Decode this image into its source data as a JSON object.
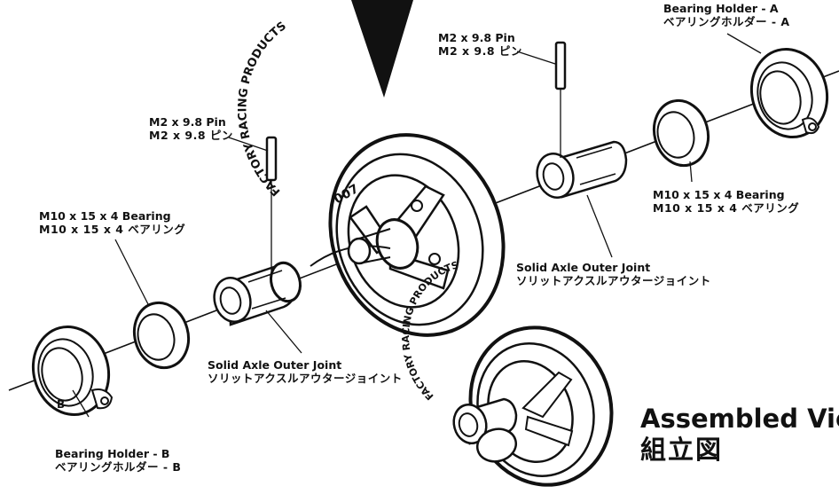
{
  "labels": {
    "bearing_holder_a": {
      "en": "Bearing Holder - A",
      "jp": "ベアリングホルダー - A"
    },
    "pin_top": {
      "en": "M2 x 9.8 Pin",
      "jp": "M2 x 9.8 ピン"
    },
    "pin_left": {
      "en": "M2 x 9.8 Pin",
      "jp": "M2 x 9.8 ピン"
    },
    "bearing_right": {
      "en": "M10 x 15 x 4 Bearing",
      "jp": "M10 x 15 x 4 ベアリング"
    },
    "bearing_left": {
      "en": "M10 x 15 x 4 Bearing",
      "jp": "M10 x 15 x 4 ベアリング"
    },
    "outer_joint_right": {
      "en": "Solid Axle Outer Joint",
      "jp": "ソリットアクスルアウタージョイント"
    },
    "outer_joint_left": {
      "en": "Solid Axle Outer Joint",
      "jp": "ソリットアクスルアウタージョイント"
    },
    "bearing_holder_b": {
      "en": "Bearing Holder - B",
      "jp": "ベアリングホルダー - B"
    }
  },
  "assembled": {
    "title": "Assembled View",
    "title_jp": "組立図"
  },
  "part_markings": {
    "pulley_text": "FACTORY RACING PRODUCTS",
    "pulley_logo": "007",
    "holder_b_mark": "B"
  }
}
